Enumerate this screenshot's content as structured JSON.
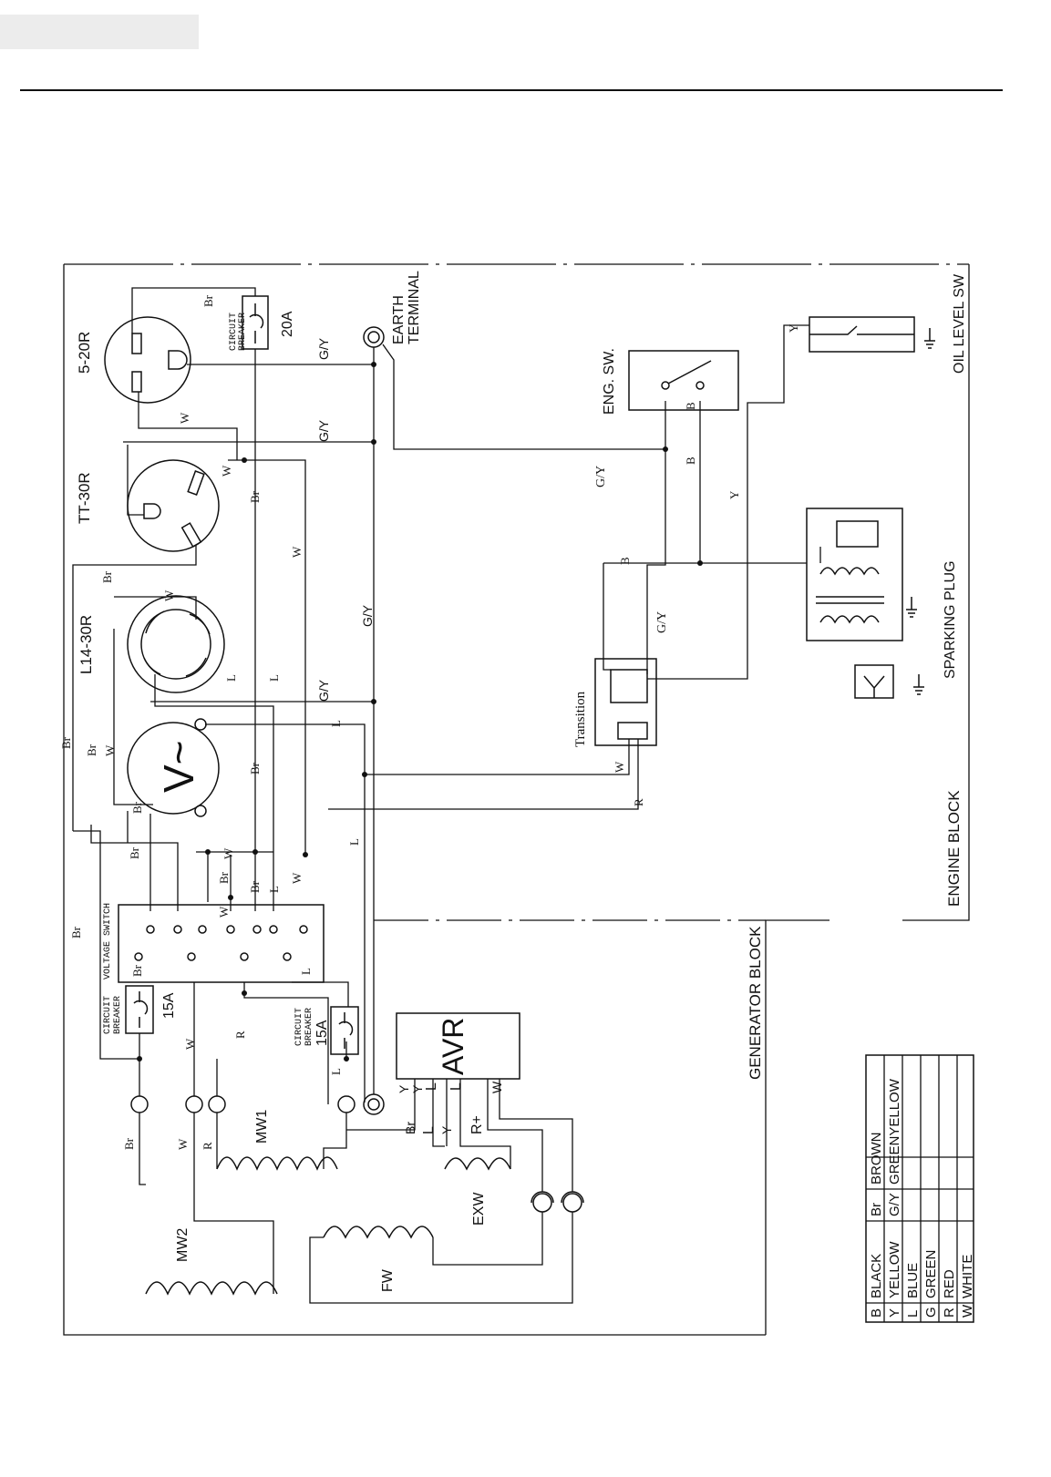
{
  "blocks": {
    "engine": "ENGINE BLOCK",
    "generator": "GENERATOR BLOCK"
  },
  "receptacles": {
    "r520": "5-20R",
    "tt30": "TT-30R",
    "l1430": "L14-30R"
  },
  "components": {
    "earth_line1": "EARTH",
    "earth_line2": "TERMINAL",
    "eng_sw": "ENG. SW.",
    "oil_level_sw": "OIL LEVEL SW",
    "sparking_plug": "SPARKING PLUG",
    "transition": "Transition",
    "voltage_switch": "VOLTAGE SWITCH",
    "cb_line1": "CIRCUIT",
    "cb_line2": "BREAKER",
    "cb_20a": "20A",
    "cb_15a": "15A",
    "avr": "AVR",
    "voltmeter": "V~",
    "mw1": "MW1",
    "mw2": "MW2",
    "exw": "EXW",
    "fw": "FW"
  },
  "wire_labels": {
    "gy": "G/Y",
    "br": "Br",
    "w": "W",
    "l": "L",
    "b": "B",
    "y": "Y",
    "r": "R",
    "r_plus": "R+"
  },
  "color_legend": {
    "rows": [
      {
        "code": "B",
        "name": "BLACK",
        "code2": "Br",
        "name2": "BROWN"
      },
      {
        "code": "Y",
        "name": "YELLOW",
        "code2": "G/Y",
        "name2": "GREENYELLOW"
      },
      {
        "code": "L",
        "name": "BLUE",
        "code2": "",
        "name2": ""
      },
      {
        "code": "G",
        "name": "GREEN",
        "code2": "",
        "name2": ""
      },
      {
        "code": "R",
        "name": "RED",
        "code2": "",
        "name2": ""
      },
      {
        "code": "W",
        "name": "WHITE",
        "code2": "",
        "name2": ""
      }
    ]
  }
}
